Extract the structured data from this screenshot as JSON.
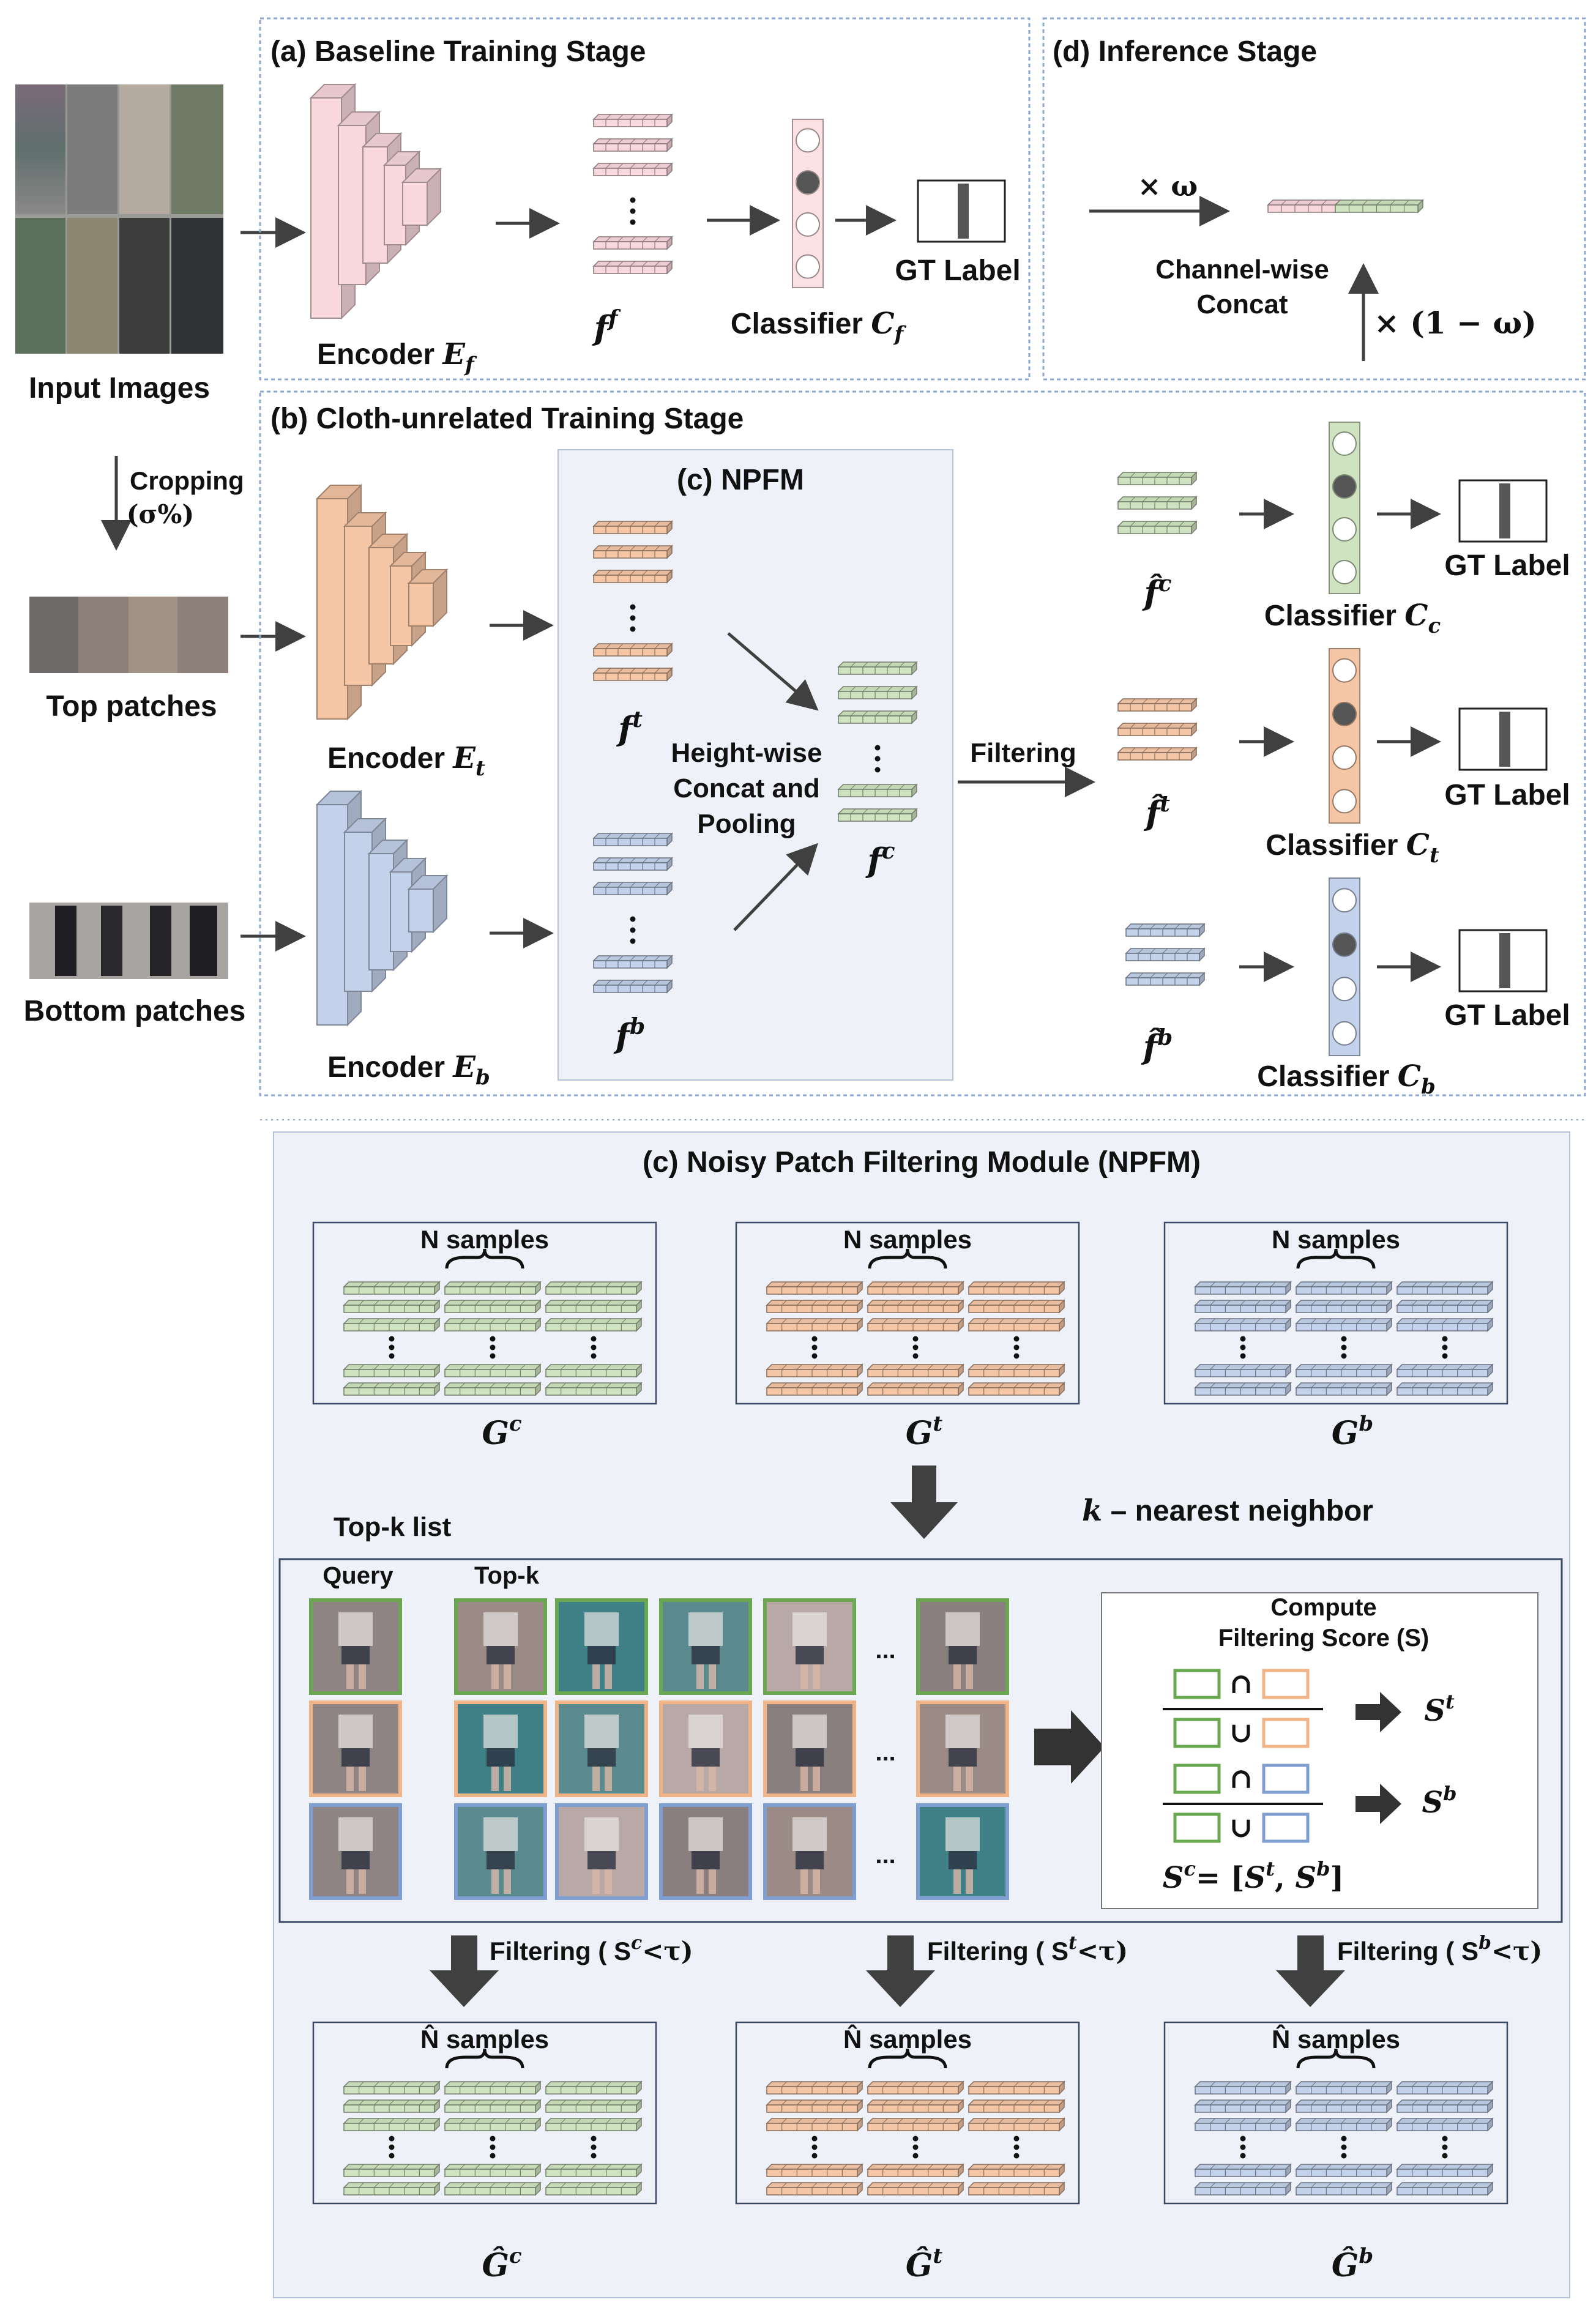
{
  "colors": {
    "full": "#f8d7dd",
    "top": "#f4c6a6",
    "bottom": "#c3d1ea",
    "cloth": "#cfe3c0",
    "green_border": "#6aa84f",
    "orange_border": "#f0b486",
    "blue_border": "#7f9fd2",
    "panel_bg": "#eef2f8",
    "dashed": "#8aa7cf",
    "arrow": "#404040"
  },
  "left": {
    "input_images": "Input Images",
    "cropping": "Cropping",
    "cropping_pct": "(σ%)",
    "top_patches": "Top patches",
    "bottom_patches": "Bottom patches"
  },
  "panel_a": {
    "title": "(a) Baseline Training Stage",
    "encoder": "Encoder",
    "encoder_sym": "E",
    "encoder_sub": "f",
    "feature": "f",
    "feature_sup": "f",
    "classifier": "Classifier",
    "classifier_sym": "C",
    "classifier_sub": "f",
    "gt_label": "GT Label"
  },
  "panel_d": {
    "title": "(d) Inference Stage",
    "times_omega": "× ω",
    "concat_line1": "Channel-wise",
    "concat_line2": "Concat",
    "times_one_minus_omega": "× (1 − ω)"
  },
  "panel_b": {
    "title": "(b) Cloth-unrelated Training Stage",
    "encoder_t": "Encoder",
    "encoder_t_sub": "t",
    "encoder_b": "Encoder",
    "encoder_b_sub": "b",
    "encoder_sym": "E",
    "npfm_title": "(c) NPFM",
    "feat_t_sup": "t",
    "feat_b_sup": "b",
    "feat_c_sup": "c",
    "concat_line1": "Height-wise",
    "concat_line2": "Concat and",
    "concat_line3": "Pooling",
    "filtering": "Filtering",
    "classifier": "Classifier",
    "classifier_sym": "C",
    "cls_c_sub": "c",
    "cls_t_sub": "t",
    "cls_b_sub": "b",
    "gt_label": "GT Label"
  },
  "panel_c": {
    "title": "(c) Noisy Patch Filtering Module (NPFM)",
    "n_samples": "N samples",
    "n_hat_samples": "N̂ samples",
    "g": "G",
    "sup_c": "c",
    "sup_t": "t",
    "sup_b": "b",
    "knn": "– nearest neighbor",
    "knn_k": "k",
    "topk_list": "Top-k list",
    "query": "Query",
    "topk": "Top-k",
    "ellipsis": "...",
    "compute_line1": "Compute",
    "compute_line2": "Filtering Score (S)",
    "intersect": "∩",
    "union": "∪",
    "score_t": "t",
    "score_b": "b",
    "sc_eq": "= [",
    "sc_comma": ", ",
    "sc_close": "]",
    "filtering_c": "Filtering ( S",
    "filtering_t": "Filtering ( S",
    "filtering_b": "Filtering ( S",
    "lt_tau": "<τ)"
  }
}
